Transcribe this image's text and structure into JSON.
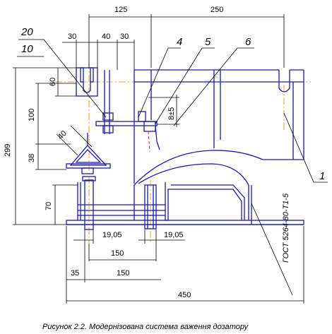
{
  "dimensions": {
    "d125": "125",
    "d250": "250",
    "d30a": "30",
    "d40": "40",
    "d30b": "30",
    "d60": "60",
    "d100": "100",
    "d38": "38",
    "d299": "299",
    "d70": "70",
    "d40diag": "40",
    "d845": "8±5",
    "d1905a": "19,05",
    "d1905b": "19,05",
    "d150a": "150",
    "d35": "35",
    "d150b": "150",
    "d450": "450"
  },
  "callouts": {
    "c20": "20",
    "c10": "10",
    "c4": "4",
    "c5": "5",
    "c6": "6",
    "c1": "1"
  },
  "standard": "ГОСТ 5264-80-Т1-5",
  "caption": "Рисунок 2.2.  Модернізована система важення дозатору",
  "colors": {
    "structure": "#1a1aa6",
    "axis": "#e08a00",
    "hidden": "#d0208a",
    "lines": "#000000"
  }
}
